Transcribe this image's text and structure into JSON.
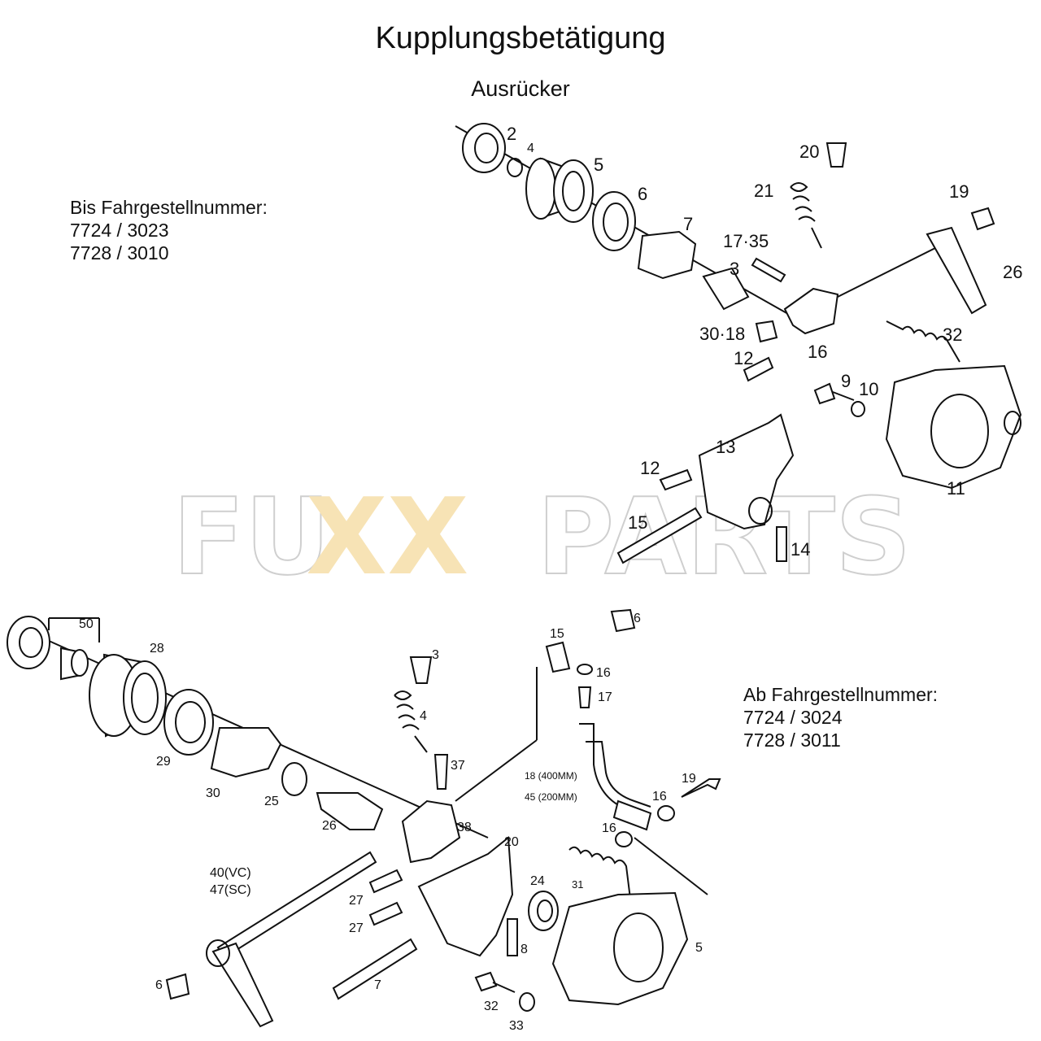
{
  "title": "Kupplungsbetätigung",
  "subtitle": "Ausrücker",
  "watermark": {
    "part1": "FU",
    "part2": "XX",
    "part3": "PARTS",
    "grey": "#d9d9d9",
    "yellow": "#f7e3b5"
  },
  "note_top": {
    "heading": "Bis Fahrgestellnummer:",
    "line1": "7724 / 3023",
    "line2": "7728 / 3010"
  },
  "note_bottom": {
    "heading": "Ab Fahrgestellnummer:",
    "line1": "7724 / 3024",
    "line2": "7728 / 3011"
  },
  "upper_callouts": [
    "2",
    "4",
    "5",
    "6",
    "7",
    "20",
    "21",
    "19",
    "17·35",
    "3",
    "26",
    "30·18",
    "12",
    "16",
    "32",
    "9",
    "10",
    "13",
    "12",
    "11",
    "15",
    "14"
  ],
  "lower_callouts": [
    "50",
    "28",
    "29",
    "30",
    "25",
    "26",
    "3",
    "4",
    "37",
    "15",
    "6",
    "16",
    "17",
    "18 (400MM)",
    "45 (200MM)",
    "19",
    "16",
    "16",
    "38",
    "20",
    "24",
    "31",
    "40(VC)",
    "47(SC)",
    "27",
    "27",
    "8",
    "5",
    "6",
    "7",
    "32",
    "33"
  ]
}
